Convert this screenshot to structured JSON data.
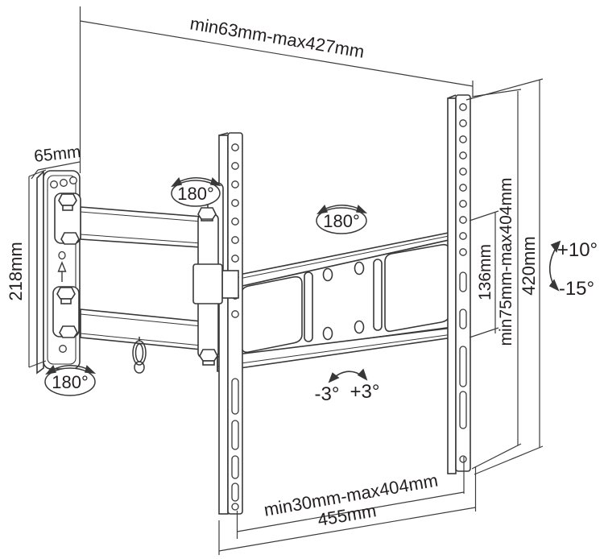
{
  "diagram": {
    "title": "TV wall mount bracket dimensional diagram",
    "background": "#ffffff",
    "line_color": "#3a3a3a",
    "dimensions": {
      "arm_extension": "min63mm-max427mm",
      "wall_plate_width": "65mm",
      "wall_plate_height": "218mm",
      "rail_slot_length": "136mm",
      "vesa_vertical_range": "min75mm-max404mm",
      "rail_length": "420mm",
      "vesa_horizontal_range": "min30mm-max404mm",
      "bracket_width": "455mm"
    },
    "angles": {
      "elbow_swivel": "180°",
      "tv_swivel": "180°",
      "wall_swivel": "180°",
      "tilt_up": "+10°",
      "tilt_down": "-15°",
      "level_left": "-3°",
      "level_right": "+3°"
    }
  }
}
